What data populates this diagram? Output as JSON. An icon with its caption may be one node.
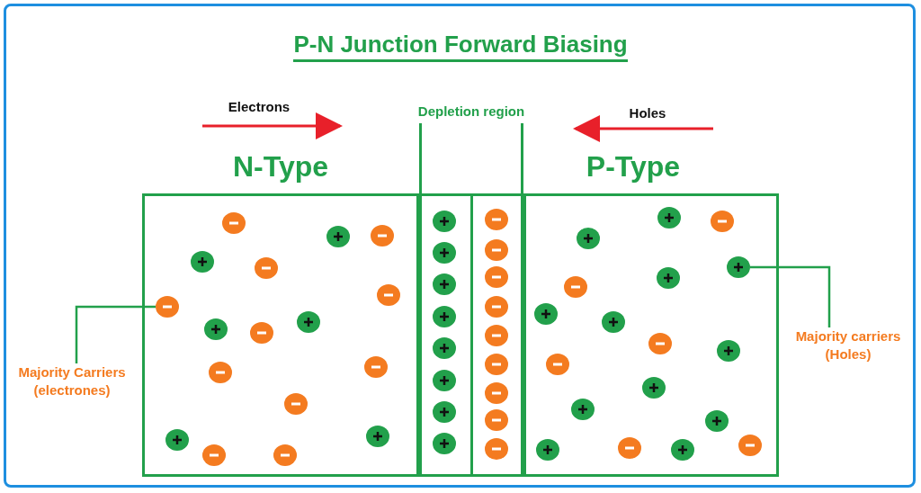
{
  "diagram": {
    "title": "P-N Junction Forward Biasing",
    "nodes": [
      {
        "text": [
          "N-Type"
        ]
      },
      {
        "text": [
          "Depletion region"
        ]
      },
      {
        "text": [
          "P-Type"
        ]
      },
      {
        "text": [
          "Majority Carriers (electrones)"
        ]
      },
      {
        "text": [],
        "shape": "circle",
        "in": 0
      },
      {
        "text": [
          "Majority carriers (Holes)"
        ]
      },
      {
        "text": [],
        "shape": "circle",
        "in": 2
      }
    ],
    "edges": [
      {
        "from": 3,
        "to": 4,
        "arrow": "none"
      },
      {
        "from": 5,
        "to": 6,
        "arrow": "none"
      }
    ],
    "labels": [
      "Electrons",
      "Holes"
    ]
  }
}
